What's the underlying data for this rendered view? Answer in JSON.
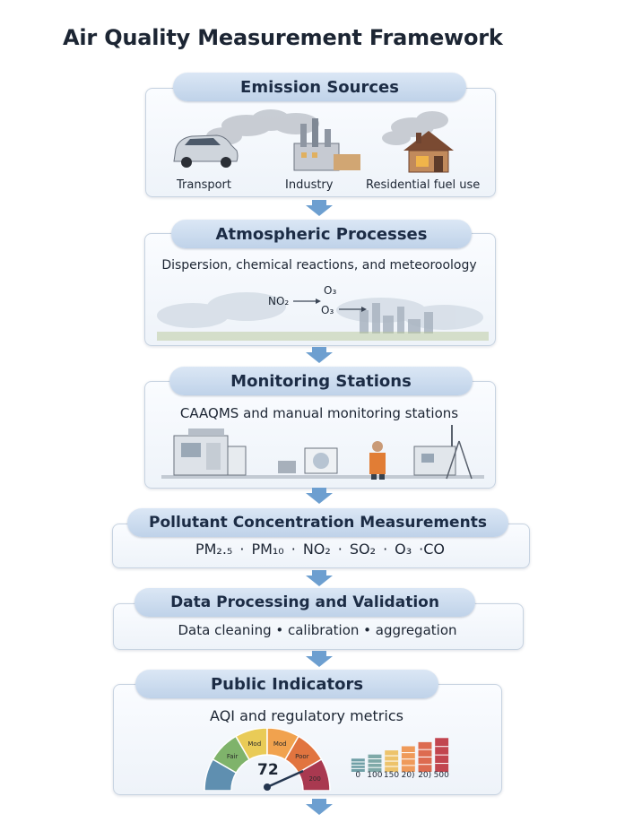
{
  "title": "Air Quality Measurement Framework",
  "stages": {
    "emission": {
      "title": "Emission Sources",
      "sources": [
        "Transport",
        "Industry",
        "Residential fuel use"
      ]
    },
    "atmospheric": {
      "title": "Atmospheric Processes",
      "subtitle": "Dispersion, chemical reactions, and meteoroology",
      "reaction": {
        "input": "NO₂",
        "outputs": [
          "O₃",
          "O₃"
        ]
      }
    },
    "monitoring": {
      "title": "Monitoring Stations",
      "subtitle": "CAAQMS and manual monitoring stations"
    },
    "pollutants": {
      "title": "Pollutant Concentration Measurements",
      "items": [
        "PM₂.₅",
        "PM₁₀",
        "NO₂",
        "SO₂",
        "O₃",
        "·CO"
      ]
    },
    "processing": {
      "title": "Data Processing and Validation",
      "subtitle": "Data cleaning • calibration • aggregation"
    },
    "public": {
      "title": "Public Indicators",
      "subtitle": "AQI and regulatory metrics",
      "gauge": {
        "value": "72",
        "segment_labels": [
          "",
          "Fair",
          "Mod",
          "Mod",
          "Poor",
          "200"
        ],
        "segment_colors": [
          "#5f8fb0",
          "#7fb36b",
          "#e9cb57",
          "#f1a24e",
          "#e1743f",
          "#a93950"
        ]
      },
      "bar_scale": {
        "labels": [
          "0",
          "100",
          "150",
          "20)",
          "20)",
          "500"
        ],
        "levels": [
          0.32,
          0.42,
          0.52,
          0.62,
          0.72,
          0.82
        ],
        "colors": [
          "#6f9fa6",
          "#7fa9a8",
          "#edc36b",
          "#ef9a5a",
          "#dd6b50",
          "#c2454f"
        ]
      }
    }
  },
  "colors": {
    "pill": "#c9dbee",
    "card_border": "#c7d3e1",
    "arrow": "#6d9fd0"
  }
}
